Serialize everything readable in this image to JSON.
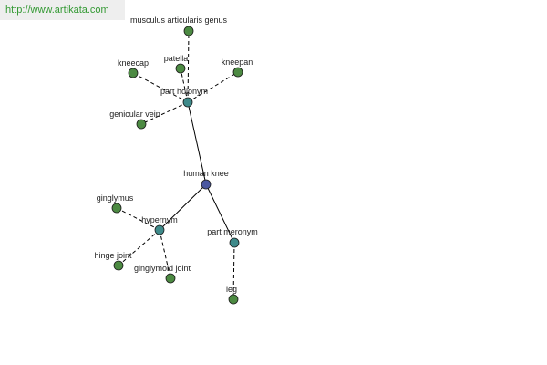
{
  "watermark": "http://www.artikata.com",
  "colors": {
    "center": "#4a57a0",
    "relation": "#3e8a8a",
    "leaf": "#4c8a42",
    "edge": "#000000",
    "node_stroke": "#1a1a1a"
  },
  "nodes": {
    "human_knee": {
      "label": "human knee",
      "kind": "center"
    },
    "part_holonym": {
      "label": "part holonym",
      "kind": "relation"
    },
    "hypernym": {
      "label": "hypernym",
      "kind": "relation"
    },
    "part_meronym": {
      "label": "part meronym",
      "kind": "relation"
    },
    "musculus": {
      "label": "musculus articularis genus",
      "kind": "leaf"
    },
    "patella": {
      "label": "patella",
      "kind": "leaf"
    },
    "kneecap": {
      "label": "kneecap",
      "kind": "leaf"
    },
    "kneepan": {
      "label": "kneepan",
      "kind": "leaf"
    },
    "genicular_vein": {
      "label": "genicular vein",
      "kind": "leaf"
    },
    "ginglymus": {
      "label": "ginglymus",
      "kind": "leaf"
    },
    "hinge_joint": {
      "label": "hinge joint",
      "kind": "leaf"
    },
    "ginglymoid_joint": {
      "label": "ginglymoid joint",
      "kind": "leaf"
    },
    "leg": {
      "label": "leg",
      "kind": "leaf"
    }
  }
}
